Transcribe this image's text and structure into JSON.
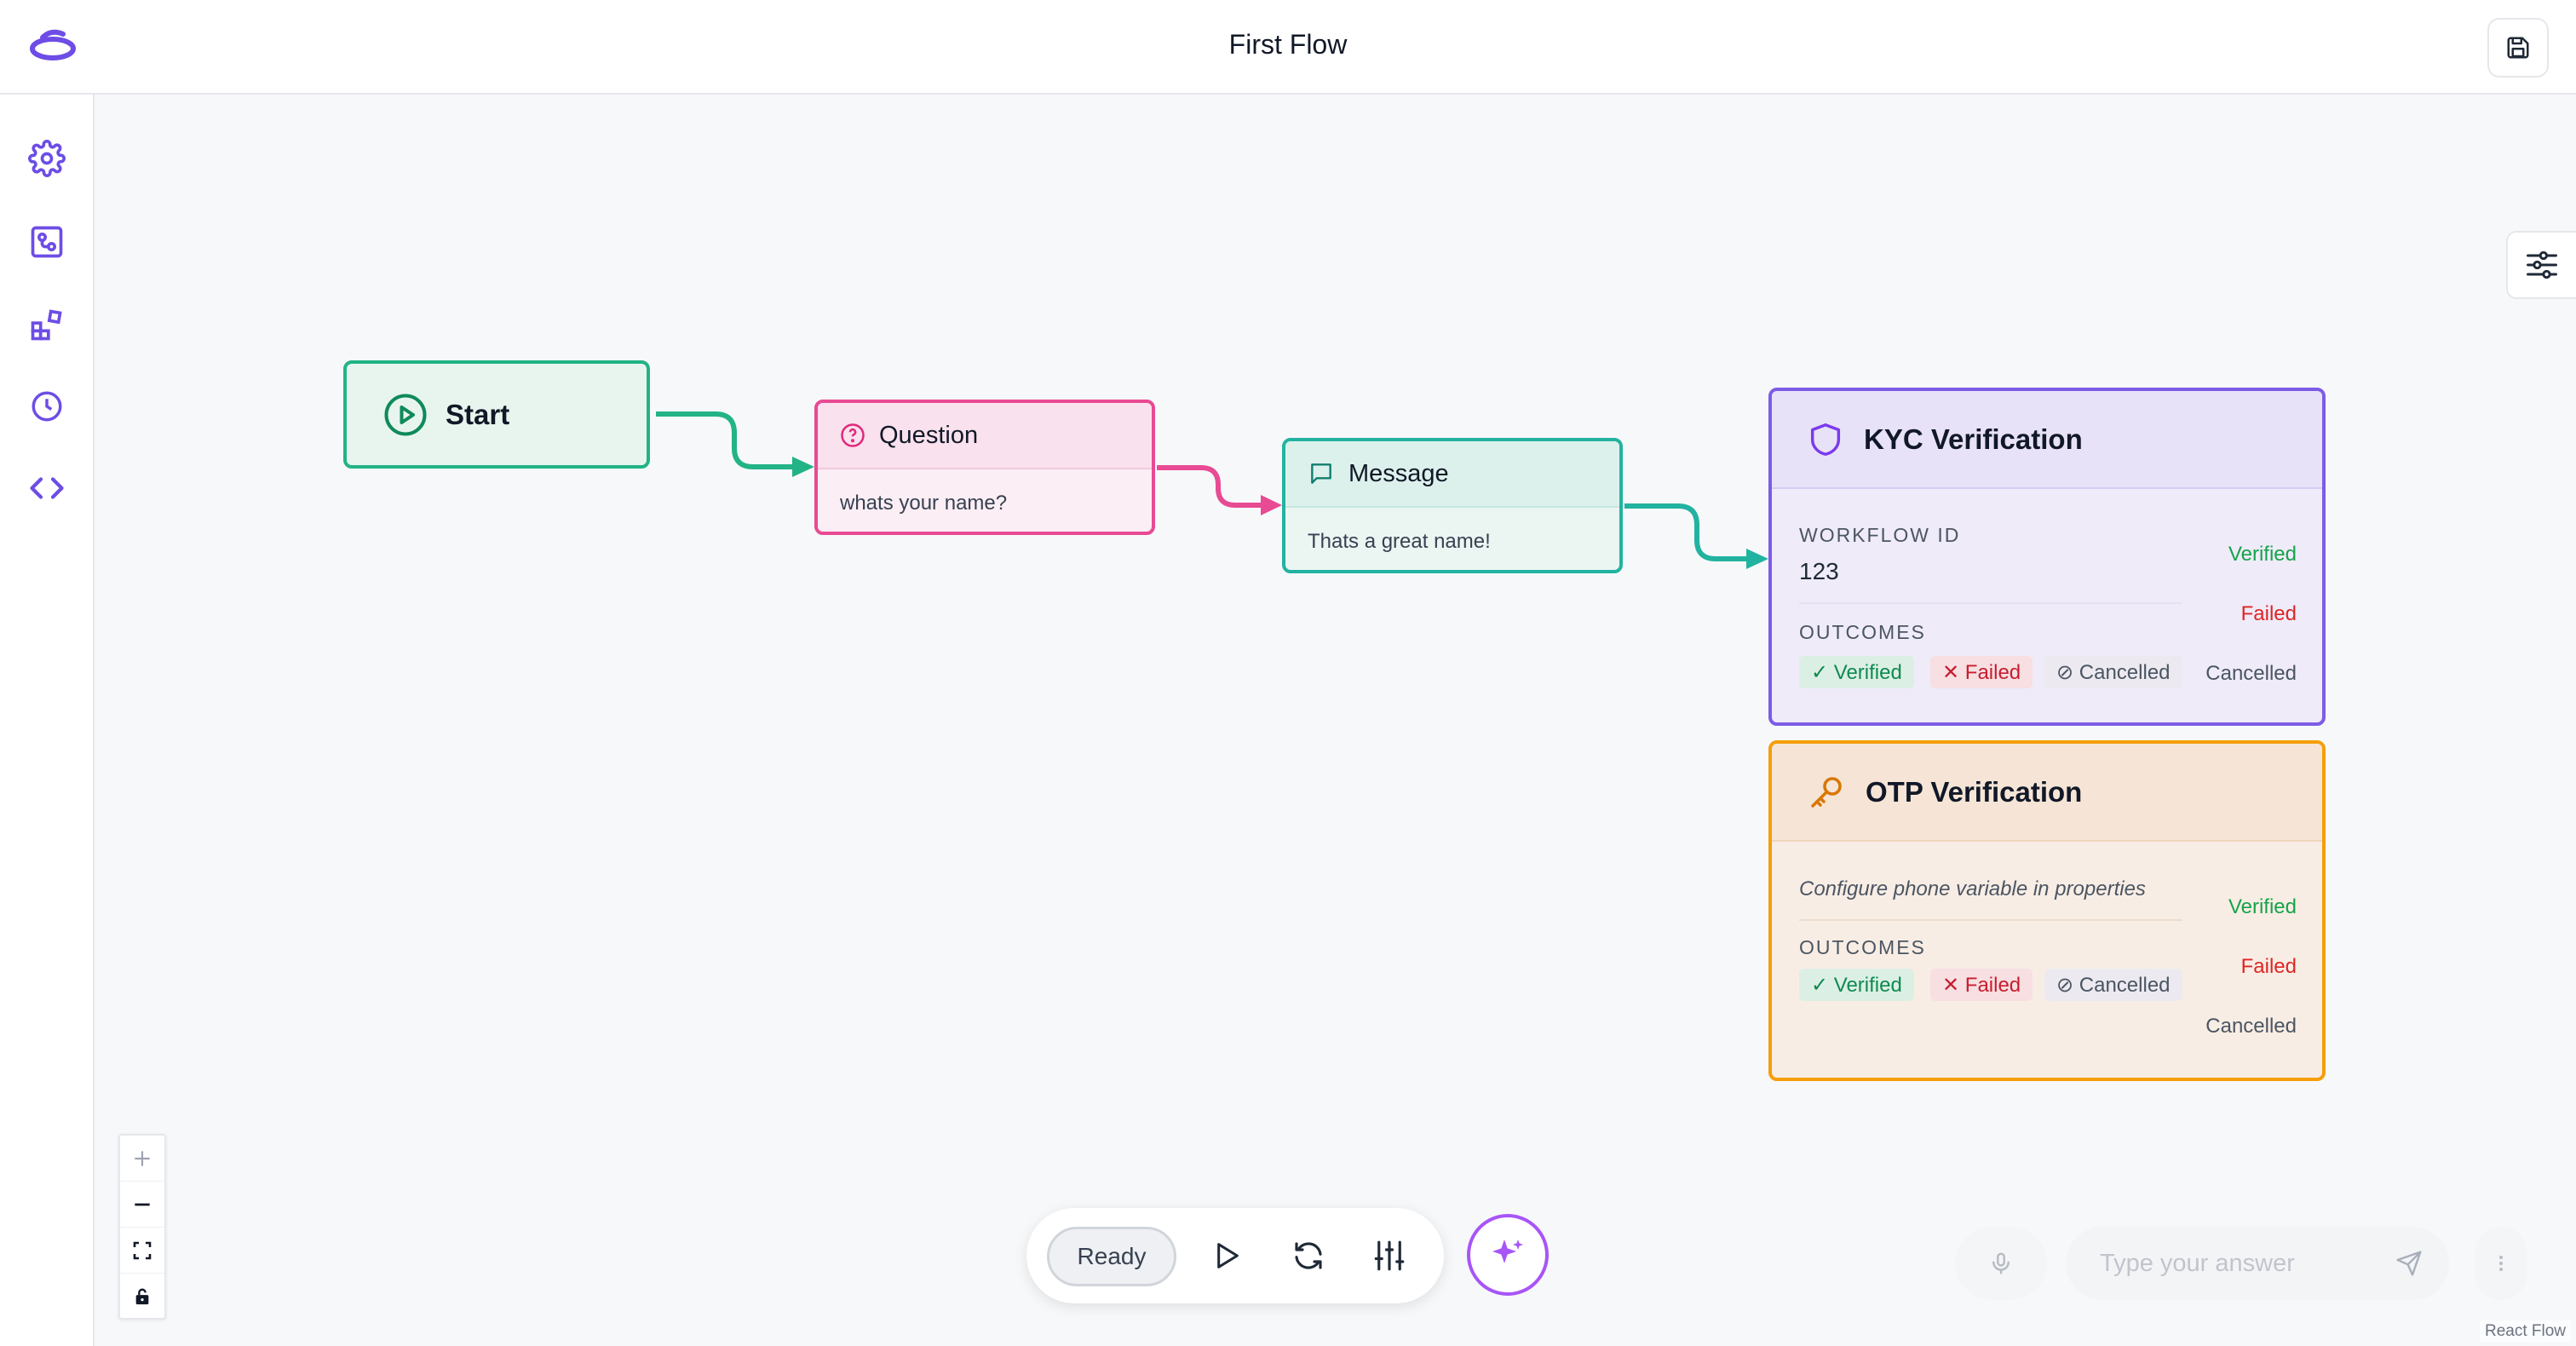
{
  "header": {
    "title": "First Flow"
  },
  "sidebar": {
    "items": [
      {
        "icon": "gear-icon"
      },
      {
        "icon": "workflow-icon"
      },
      {
        "icon": "components-icon"
      },
      {
        "icon": "clock-icon"
      },
      {
        "icon": "code-icon"
      }
    ]
  },
  "nodes": {
    "start": {
      "label": "Start"
    },
    "question": {
      "title": "Question",
      "body": "whats your name?"
    },
    "message": {
      "title": "Message",
      "body": "Thats a great name!"
    },
    "kyc": {
      "title": "KYC Verification",
      "workflow_label": "WORKFLOW ID",
      "workflow_value": "123",
      "outcomes_label": "OUTCOMES",
      "chips": {
        "verified": "✓ Verified",
        "failed": "✕ Failed",
        "cancelled": "⊘ Cancelled"
      },
      "outputs": {
        "verified": "Verified",
        "failed": "Failed",
        "cancelled": "Cancelled"
      }
    },
    "otp": {
      "title": "OTP Verification",
      "hint": "Configure phone variable in properties",
      "outcomes_label": "OUTCOMES",
      "chips": {
        "verified": "✓ Verified",
        "failed": "✕ Failed",
        "cancelled": "⊘ Cancelled"
      },
      "outputs": {
        "verified": "Verified",
        "failed": "Failed",
        "cancelled": "Cancelled"
      }
    }
  },
  "toolbar": {
    "status": "Ready"
  },
  "chat": {
    "placeholder": "Type your answer"
  },
  "attribution": "React Flow",
  "colors": {
    "accent": "#6d4de6",
    "start": "#22b386",
    "question": "#e84a93",
    "message": "#22b3a0",
    "kyc": "#7c5ce6",
    "otp": "#f59e0b"
  }
}
